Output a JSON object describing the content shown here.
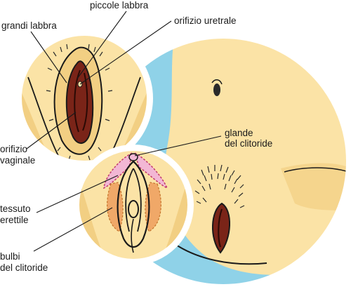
{
  "labels": {
    "piccole_labbra": "piccole labbra",
    "grandi_labbra": "grandi labbra",
    "orifizio_uretrale": "orifizio uretrale",
    "orifizio_vaginale_1": "orifizio",
    "orifizio_vaginale_2": "vaginale",
    "glande_1": "glande",
    "glande_2": "del clitoride",
    "tessuto_1": "tessuto",
    "tessuto_2": "erettile",
    "bulbi_1": "bulbi",
    "bulbi_2": "del clitoride"
  },
  "colors": {
    "skin": "#fbe3a6",
    "skin_shade": "#f2cf83",
    "background_blue": "#8fd2e8",
    "tissue_red": "#7a2418",
    "erectile_pink": "#f2b7d4",
    "bulb_orange": "#f0a868",
    "outline": "#1a1a1a"
  }
}
